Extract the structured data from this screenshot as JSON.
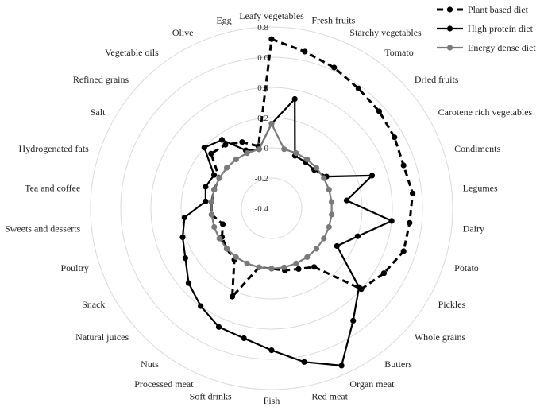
{
  "chart_data": {
    "type": "radar",
    "rmin": -0.4,
    "rmax": 0.8,
    "ticks": [
      "-0.4",
      "-0.2",
      "0",
      "0.2",
      "0.4",
      "0.6",
      "0.8"
    ],
    "tick_values": [
      -0.4,
      -0.2,
      0,
      0.2,
      0.4,
      0.6,
      0.8
    ],
    "grid": true,
    "legend_position": "top-right",
    "categories": [
      "Leafy vegetables",
      "Fresh fruits",
      "Starchy vegetables",
      "Tomato",
      "Dried fruits",
      "Carotene rich vegetables",
      "Condiments",
      "Legumes",
      "Dairy",
      "Potato",
      "Pickles",
      "Whole grains",
      "Butters",
      "Organ meat",
      "Red meat",
      "Fish",
      "Soft drinks",
      "Processed meat",
      "Nuts",
      "Natural juices",
      "Snack",
      "Poultry",
      "Sweets and desserts",
      "Tea and coffee",
      "Hydrogenated fats",
      "Salt",
      "Refined grains",
      "Vegetable oils",
      "Olive",
      "Egg"
    ],
    "series": [
      {
        "name": "Plant based diet",
        "color": "#000000",
        "dash": "dashed",
        "values": [
          0.72,
          0.66,
          0.62,
          0.58,
          0.56,
          0.54,
          0.52,
          0.54,
          0.52,
          0.52,
          0.46,
          0.4,
          0.08,
          0.04,
          0.02,
          0.0,
          0.0,
          0.24,
          0.02,
          0.0,
          -0.02,
          -0.06,
          0.0,
          0.0,
          0.0,
          0.0,
          0.14,
          0.12,
          0.08,
          0.02
        ]
      },
      {
        "name": "High protein diet",
        "color": "#000000",
        "dash": "solid",
        "values": [
          0.16,
          0.34,
          -0.02,
          -0.02,
          -0.02,
          0.02,
          0.3,
          0.1,
          0.4,
          0.2,
          0.1,
          0.38,
          0.52,
          0.74,
          0.64,
          0.54,
          0.48,
          0.46,
          0.4,
          0.34,
          0.26,
          0.22,
          0.18,
          0.04,
          0.06,
          0.04,
          0.2,
          0.16,
          0.02,
          0.0
        ]
      },
      {
        "name": "Energy dense diet",
        "color": "#7a7a7a",
        "dash": "solid",
        "values": [
          0.16,
          0.0,
          0.0,
          0.0,
          0.0,
          0.0,
          0.0,
          0.0,
          0.0,
          0.0,
          0.0,
          0.0,
          0.0,
          0.0,
          0.0,
          0.0,
          0.0,
          0.0,
          0.0,
          0.0,
          0.0,
          0.0,
          0.0,
          0.0,
          0.0,
          0.0,
          0.0,
          0.0,
          0.0,
          0.0
        ]
      }
    ]
  }
}
